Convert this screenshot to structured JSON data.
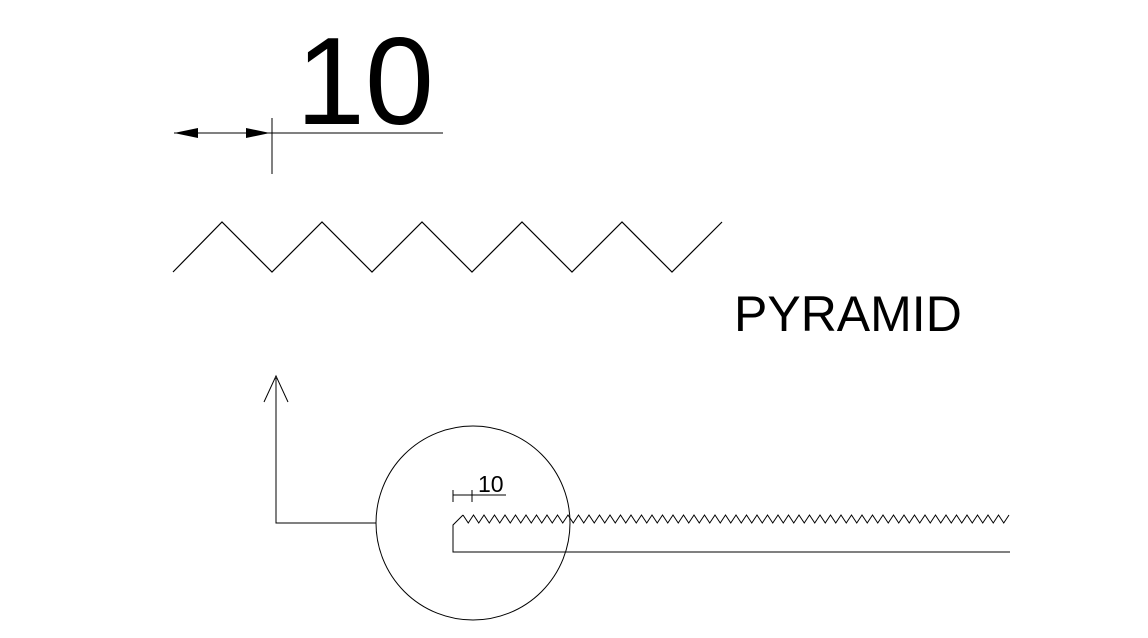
{
  "detail": {
    "dimension_large": "10",
    "dimension_small": "10",
    "profile_label": "PYRAMID"
  },
  "colors": {
    "ink": "#000000",
    "background": "#ffffff"
  }
}
